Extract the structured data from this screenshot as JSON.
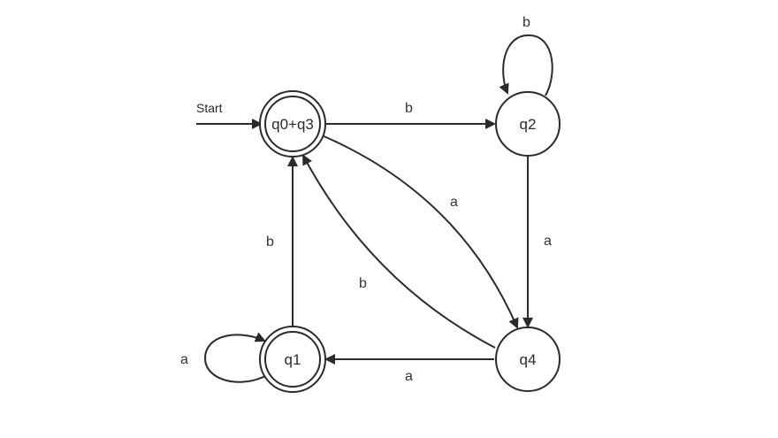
{
  "start_label": "Start",
  "states": {
    "q0q3": {
      "label": "q0+q3",
      "accepting": true
    },
    "q1": {
      "label": "q1",
      "accepting": true
    },
    "q2": {
      "label": "q2",
      "accepting": false
    },
    "q4": {
      "label": "q4",
      "accepting": false
    }
  },
  "transitions": [
    {
      "from": "q0+q3",
      "to": "q2",
      "symbol": "b"
    },
    {
      "from": "q2",
      "to": "q2",
      "symbol": "b"
    },
    {
      "from": "q0+q3",
      "to": "q4",
      "symbol": "a"
    },
    {
      "from": "q2",
      "to": "q4",
      "symbol": "a"
    },
    {
      "from": "q4",
      "to": "q0+q3",
      "symbol": "b"
    },
    {
      "from": "q1",
      "to": "q0+q3",
      "symbol": "b"
    },
    {
      "from": "q4",
      "to": "q1",
      "symbol": "a"
    },
    {
      "from": "q1",
      "to": "q1",
      "symbol": "a"
    }
  ]
}
